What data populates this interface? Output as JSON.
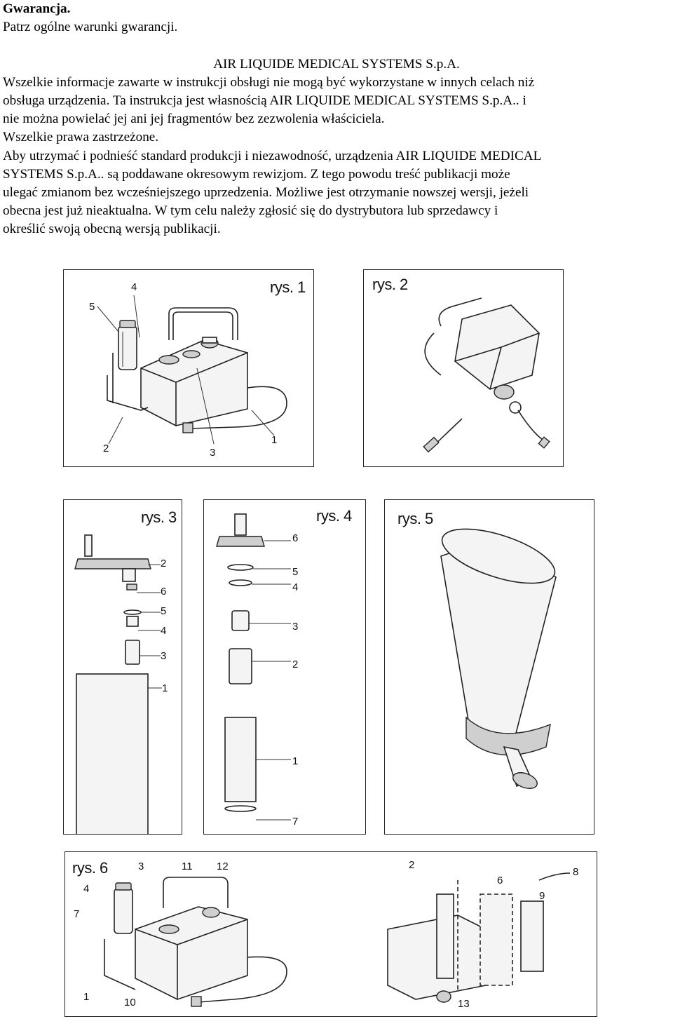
{
  "document": {
    "heading": "Gwarancja.",
    "warranty_line": "Patrz ogólne warunki gwarancji.",
    "company": "AIR LIQUIDE MEDICAL SYSTEMS S.p.A.",
    "lines": [
      "Wszelkie informacje zawarte w instrukcji obsługi nie mogą być wykorzystane w innych celach niż",
      "obsługa urządzenia. Ta instrukcja jest własnością AIR LIQUIDE MEDICAL SYSTEMS S.p.A.. i",
      "nie można powielać jej ani jej fragmentów bez zezwolenia właściciela.",
      "Wszelkie prawa zastrzeżone.",
      "Aby utrzymać i podnieść standard produkcji i niezawodność, urządzenia AIR LIQUIDE MEDICAL",
      "SYSTEMS S.p.A.. są poddawane okresowym rewizjom. Z tego powodu treść publikacji może",
      "ulegać zmianom bez wcześniejszego uprzedzenia. Możliwe jest otrzymanie nowszej wersji, jeżeli",
      "obecna jest już nieaktualna. W tym celu należy zgłosić się do dystrybutora lub sprzedawcy i",
      "określić swoją obecną wersją publikacji."
    ]
  },
  "figures": {
    "rys1": {
      "label": "rys. 1",
      "callouts": [
        "4",
        "5",
        "2",
        "3",
        "1"
      ]
    },
    "rys2": {
      "label": "rys. 2"
    },
    "rys3": {
      "label": "rys. 3",
      "callouts": [
        "2",
        "6",
        "5",
        "4",
        "3",
        "1"
      ]
    },
    "rys4": {
      "label": "rys. 4",
      "callouts": [
        "6",
        "5",
        "4",
        "3",
        "2",
        "1",
        "7"
      ]
    },
    "rys5": {
      "label": "rys. 5"
    },
    "rys6": {
      "label": "rys. 6",
      "callouts": [
        "3",
        "11",
        "12",
        "4",
        "7",
        "1",
        "10",
        "2",
        "6",
        "8",
        "9",
        "13"
      ]
    }
  }
}
